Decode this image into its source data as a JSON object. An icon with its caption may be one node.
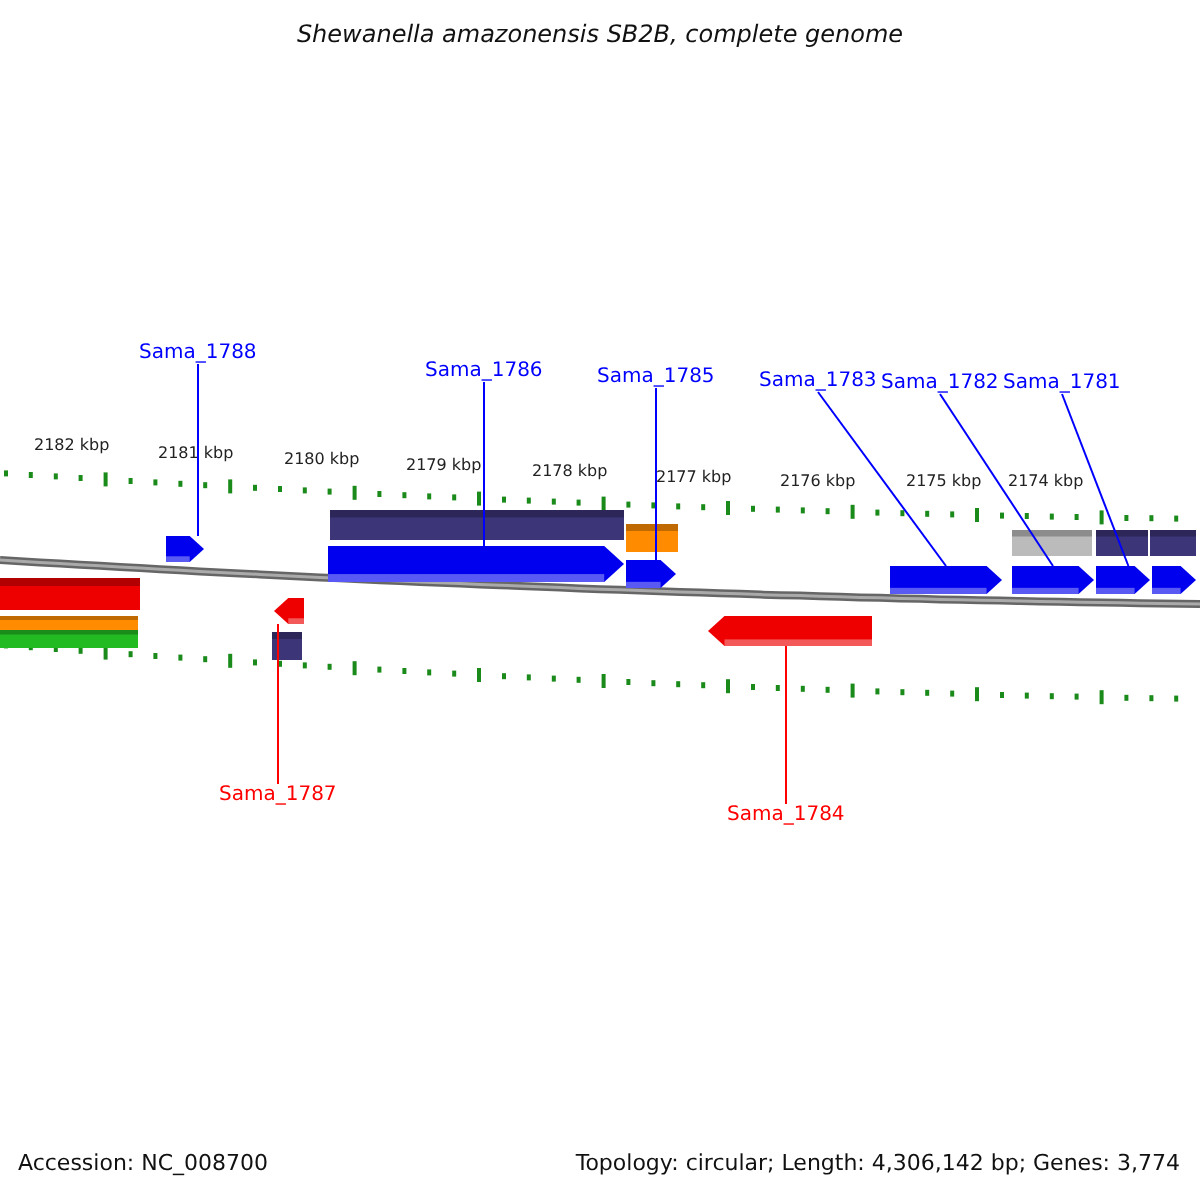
{
  "diagram": {
    "title": "Shewanella amazonensis SB2B, complete genome",
    "nodes": [
      {
        "text": [
          "Sama_1788"
        ]
      },
      {
        "text": [
          "Sama_1786"
        ]
      },
      {
        "text": [
          "Sama_1785"
        ]
      },
      {
        "text": [
          "Sama_1783"
        ]
      },
      {
        "text": [
          "Sama_1782"
        ]
      },
      {
        "text": [
          "Sama_1781"
        ]
      },
      {
        "text": [
          "Sama_1787"
        ]
      },
      {
        "text": [
          "Sama_1784"
        ]
      },
      {
        "text": [],
        "shape": "pentagon"
      },
      {
        "text": [],
        "shape": "pentagon"
      },
      {
        "text": [],
        "shape": "pentagon"
      },
      {
        "text": [],
        "shape": "pentagon"
      },
      {
        "text": [],
        "shape": "pentagon"
      },
      {
        "text": [],
        "shape": "pentagon"
      },
      {
        "text": [],
        "shape": "pentagon"
      },
      {
        "text": [],
        "shape": "pentagon"
      },
      {
        "text": [],
        "shape": "pentagon"
      }
    ],
    "edges": [
      {
        "from": 0,
        "to": 8,
        "arrow": "none"
      },
      {
        "from": 1,
        "to": 10,
        "arrow": "none"
      },
      {
        "from": 2,
        "to": 11,
        "arrow": "none"
      },
      {
        "from": 3,
        "to": 13,
        "arrow": "none"
      },
      {
        "from": 4,
        "to": 14,
        "arrow": "none"
      },
      {
        "from": 5,
        "to": 15,
        "arrow": "none"
      },
      {
        "from": 6,
        "to": 9,
        "arrow": "none",
        "color": "#ff0000"
      },
      {
        "from": 7,
        "to": 12,
        "arrow": "none",
        "color": "#ff0000"
      }
    ],
    "labels": [
      "2182 kbp",
      "2181 kbp",
      "2180 kbp",
      "2179 kbp",
      "2178 kbp",
      "2177 kbp",
      "2176 kbp",
      "2175 kbp",
      "2174 kbp",
      "Accession: NC_008700",
      "Topology: circular; Length: 4,306,142 bp; Genes: 3,774"
    ]
  }
}
